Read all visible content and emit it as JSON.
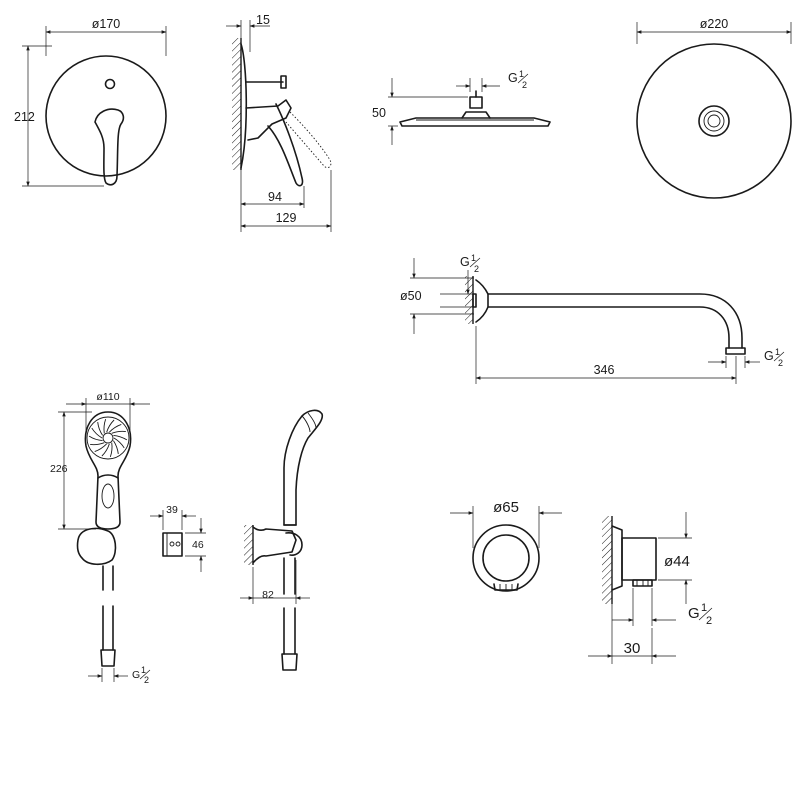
{
  "dimensions": {
    "mixer_diameter": "ø170",
    "mixer_height": "212",
    "mixer_side_projection": "15",
    "mixer_side_depth_a": "94",
    "mixer_side_depth_b": "129",
    "head_side_height": "50",
    "head_side_thread": "G",
    "head_top_diameter": "ø220",
    "arm_flange_diameter": "ø50",
    "arm_thread_wall": "G",
    "arm_length": "346",
    "arm_thread_outlet": "G",
    "hand_diameter": "ø110",
    "hand_height": "226",
    "hand_thread": "G",
    "holder_width": "39",
    "holder_height": "46",
    "hand_side_depth": "82",
    "outlet_diameter": "ø65",
    "outlet_side_diameter": "ø44",
    "outlet_thread": "G",
    "outlet_depth": "30"
  },
  "fraction": {
    "numerator": "1",
    "denominator": "2"
  }
}
